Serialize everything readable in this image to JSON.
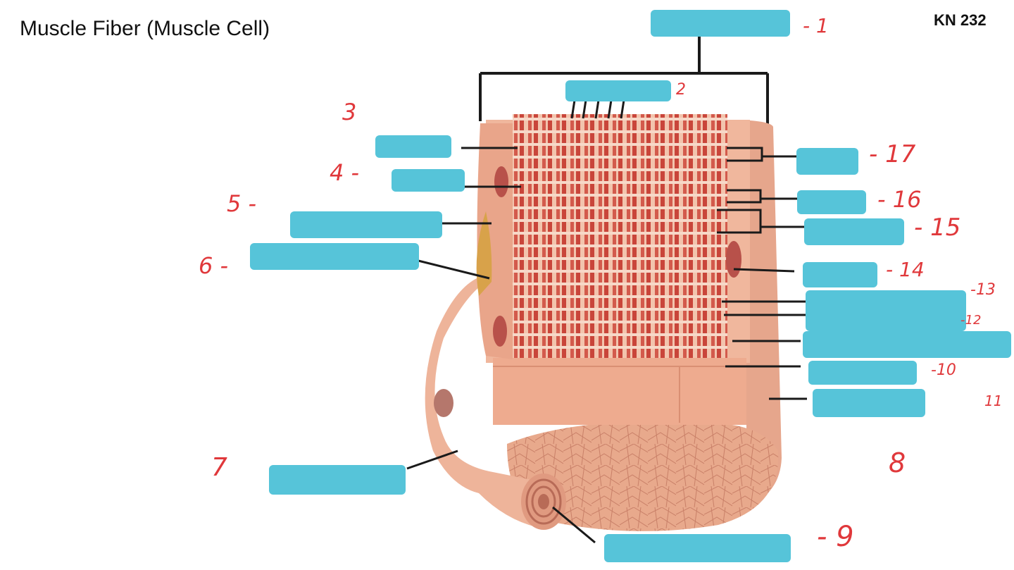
{
  "page": {
    "title": "Muscle Fiber (Muscle Cell)",
    "course_code": "KN 232"
  },
  "colors": {
    "label_mask": "#56c4d9",
    "handwriting": "#e0383b",
    "tissue": "#e9a58a",
    "striation": "#c9453a",
    "leader": "#1a1a1a"
  },
  "labels": [
    {
      "id": "label-1",
      "number": "- 1"
    },
    {
      "id": "label-2",
      "number": "2"
    },
    {
      "id": "label-3",
      "number": "3"
    },
    {
      "id": "label-4",
      "number": "4 -"
    },
    {
      "id": "label-5",
      "number": "5 -"
    },
    {
      "id": "label-6",
      "number": "6 -"
    },
    {
      "id": "label-7",
      "number": "7"
    },
    {
      "id": "label-8",
      "number": "8"
    },
    {
      "id": "label-9",
      "number": "- 9"
    },
    {
      "id": "label-10",
      "number": "-10"
    },
    {
      "id": "label-11",
      "number": "11"
    },
    {
      "id": "label-12",
      "number": "-12"
    },
    {
      "id": "label-13",
      "number": "-13"
    },
    {
      "id": "label-14",
      "number": "- 14"
    },
    {
      "id": "label-15",
      "number": "- 15"
    },
    {
      "id": "label-16",
      "number": "- 16"
    },
    {
      "id": "label-17",
      "number": "- 17"
    }
  ]
}
